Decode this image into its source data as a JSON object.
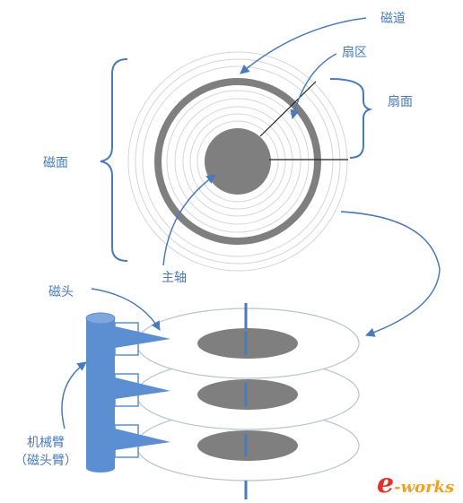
{
  "labels": {
    "track": "磁道",
    "sector": "扇区",
    "sector_face": "扇面",
    "surface": "磁面",
    "spindle": "主轴",
    "head": "磁头",
    "arm_line1": "机械臂",
    "arm_line2": "（磁头臂）"
  },
  "watermark": {
    "prefix": "e",
    "suffix": "-works"
  },
  "colors": {
    "accent": "#4a7ab8",
    "arm_blue": "#5b8fd1",
    "platter_gray": "#7f7f7f",
    "ring_gray": "#cfd3d8",
    "watermark_red": "#e2302a",
    "watermark_orange": "#f2a01e"
  }
}
